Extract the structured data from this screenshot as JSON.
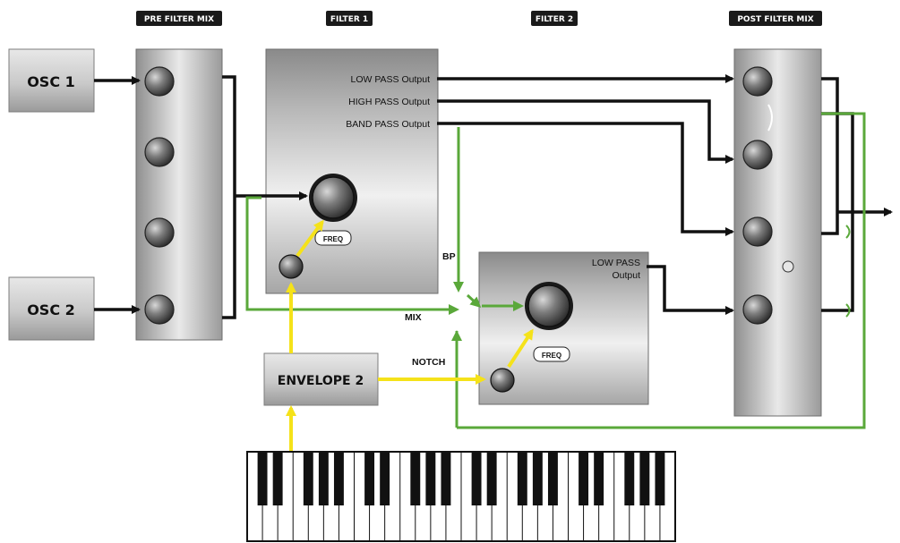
{
  "headers": {
    "pre_filter_mix": "PRE FILTER MIX",
    "filter1": "FILTER 1",
    "filter2": "FILTER 2",
    "post_filter_mix": "POST FILTER MIX"
  },
  "sources": {
    "osc1": "OSC 1",
    "osc2": "OSC 2"
  },
  "pre_mix_knobs": [
    "",
    "",
    "",
    ""
  ],
  "filter1": {
    "outputs": [
      "LOW PASS Output",
      "HIGH PASS Output",
      "BAND PASS Output"
    ],
    "freq_label": "FREQ",
    "env_knob_label": ""
  },
  "filter2": {
    "output_line1": "LOW PASS",
    "output_line2": "Output",
    "freq_label": "FREQ",
    "env_knob_label": ""
  },
  "post_mix_knobs": [
    "",
    "",
    "",
    ""
  ],
  "post_mix_small": [
    "",
    ""
  ],
  "routing": {
    "bp": "BP",
    "mix": "MIX",
    "notch": "NOTCH"
  },
  "envelope": "ENVELOPE 2",
  "icons": [
    "arrow-right-icon",
    "knob-icon",
    "keyboard-icon"
  ],
  "colors": {
    "signal_black": "#111111",
    "modulation_yellow": "#f5e21a",
    "filter_green": "#5aa83a"
  }
}
